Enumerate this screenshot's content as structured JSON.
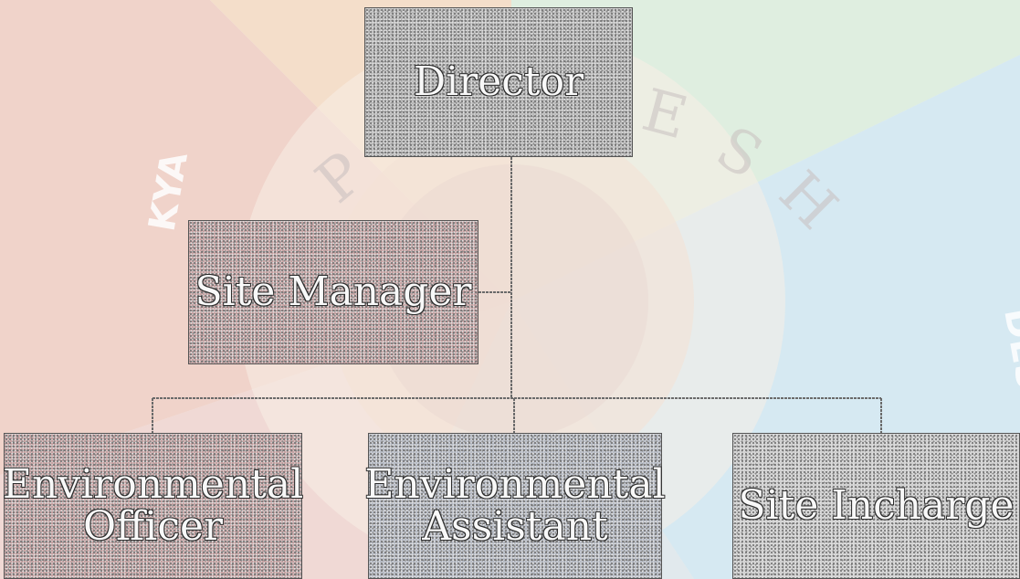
{
  "watermark": {
    "colors": {
      "red": "#e2a3a0",
      "orange": "#f2c49a",
      "green": "#bfe0c6",
      "blue": "#b6d9ef",
      "teal": "#a5d2d8"
    }
  },
  "org_chart": {
    "root": {
      "label": "Director"
    },
    "assistant": {
      "label": "Site Manager"
    },
    "children": [
      {
        "label_line1": "Environmental",
        "label_line2": "Officer"
      },
      {
        "label_line1": "Environmental",
        "label_line2": "Assistant"
      },
      {
        "label": "Site Incharge"
      }
    ]
  }
}
